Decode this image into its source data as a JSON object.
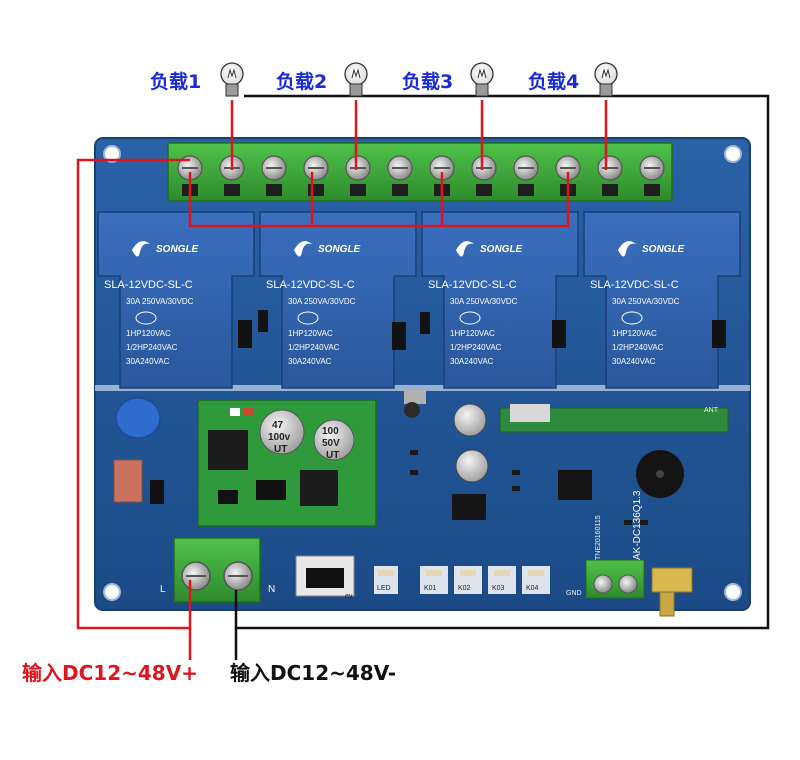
{
  "loads": [
    {
      "label": "负载1"
    },
    {
      "label": "负载2"
    },
    {
      "label": "负载3"
    },
    {
      "label": "负载4"
    }
  ],
  "relays": [
    {
      "brand": "SONGLE",
      "model": "SLA-12VDC-SL-C",
      "rating": "30A 250VA/30VDC",
      "spec1": "1HP120VAC",
      "spec2": "1/2HP240VAC",
      "spec3": "30A240VAC"
    },
    {
      "brand": "SONGLE",
      "model": "SLA-12VDC-SL-C",
      "rating": "30A 250VA/30VDC",
      "spec1": "1HP120VAC",
      "spec2": "1/2HP240VAC",
      "spec3": "30A240VAC"
    },
    {
      "brand": "SONGLE",
      "model": "SLA-12VDC-SL-C",
      "rating": "30A 250VA/30VDC",
      "spec1": "1HP120VAC",
      "spec2": "1/2HP240VAC",
      "spec3": "30A240VAC"
    },
    {
      "brand": "SONGLE",
      "model": "SLA-12VDC-SL-C",
      "rating": "30A 250VA/30VDC",
      "spec1": "1HP120VAC",
      "spec2": "1/2HP240VAC",
      "spec3": "30A240VAC"
    }
  ],
  "capacitors": [
    {
      "line1": "47",
      "line2": "100v",
      "line3": "UT"
    },
    {
      "line1": "100",
      "line2": "50V",
      "line3": "UT"
    }
  ],
  "silkscreen": {
    "led": "LED",
    "key": "ey",
    "k01": "K01",
    "k02": "K02",
    "k03": "K03",
    "k04": "K04",
    "gnd": "GND",
    "ant": "ANT",
    "left_terminal": "L",
    "right_terminal": "N",
    "board_id": "AK-DC136Q1.3",
    "board_code": "TNE20160115"
  },
  "inputs": {
    "positive": "输入DC12~48V+",
    "negative": "输入DC12~48V-"
  },
  "colors": {
    "pcb": "#1f4e8c",
    "relay": "#2f5fa8",
    "terminal": "#3aa335",
    "wire_red": "#e0141c",
    "wire_black": "#111111",
    "load_text": "#1a2bd6"
  }
}
